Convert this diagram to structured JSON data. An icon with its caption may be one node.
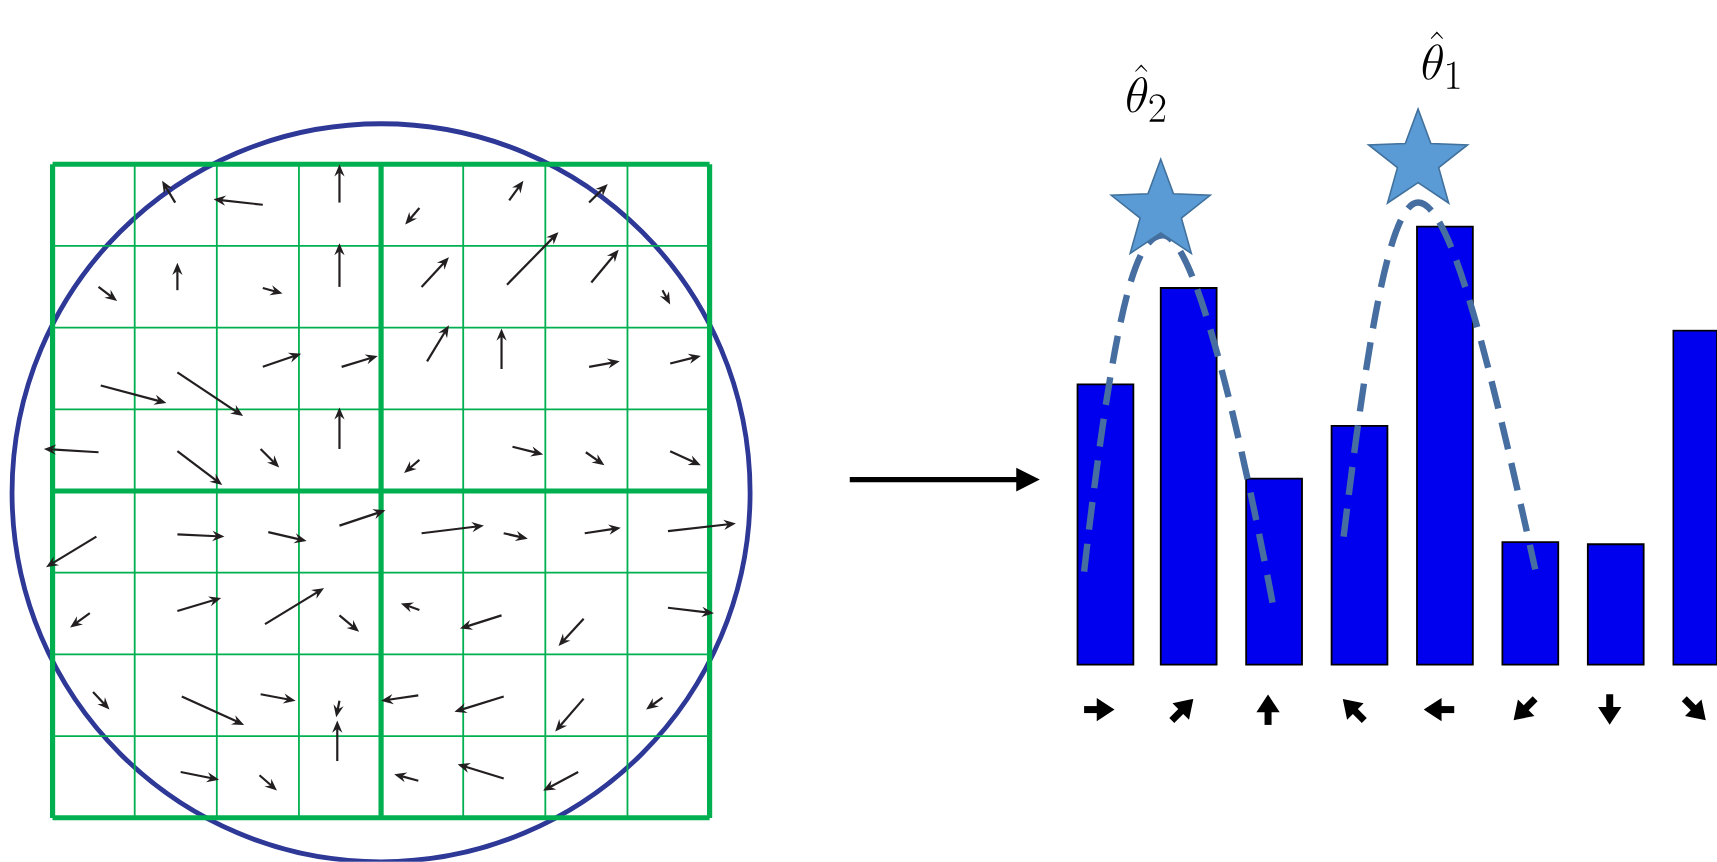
{
  "diagram": {
    "nodes": [
      {
        "text": [],
        "shape": "picture"
      },
      {
        "text": [],
        "shape": "picture"
      }
    ],
    "edges": [
      {
        "from": 0,
        "to": 1,
        "arrow": "to"
      }
    ],
    "labels": [
      "\\hat{\\theta}_2",
      "\\hat{\\theta}_1"
    ]
  }
}
